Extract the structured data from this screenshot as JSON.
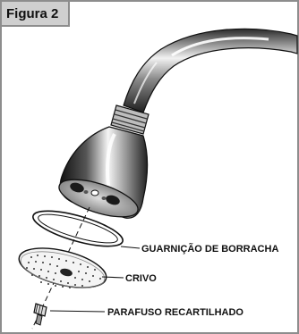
{
  "figure": {
    "title": "Figura 2"
  },
  "labels": {
    "gasket": "GUARNIÇÃO DE BORRACHA",
    "sieve": "CRIVO",
    "screw": "PARAFUSO  RECARTILHADO"
  },
  "colors": {
    "frame": "#8d8d8d",
    "tab_fill": "#cfcfcf",
    "ink": "#111111",
    "metal_dark": "#1a1a1a",
    "metal_light": "#e8e8e8"
  }
}
